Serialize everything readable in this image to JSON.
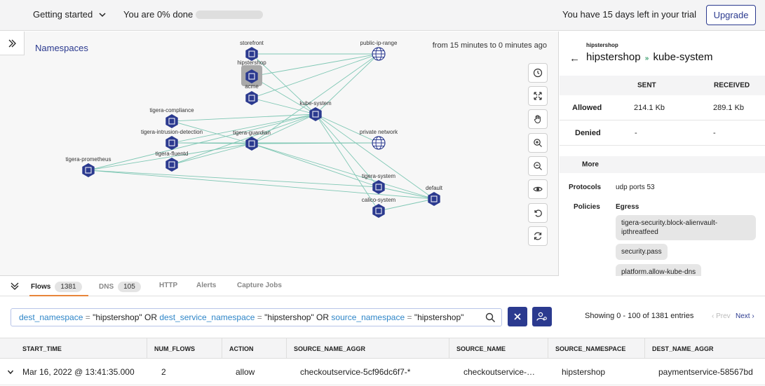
{
  "topbar": {
    "getting_started": "Getting started",
    "progress_text": "You are 0% done",
    "progress_percent": 0,
    "trial_text": "You have 15 days left in your trial",
    "upgrade_label": "Upgrade"
  },
  "graph": {
    "title": "Namespaces",
    "time_range": "from 15 minutes to 0 minutes ago",
    "nodes": [
      {
        "id": "storefront",
        "label": "storefront",
        "kind": "ns"
      },
      {
        "id": "hipstershop",
        "label": "hipstershop",
        "kind": "ns",
        "selected": true
      },
      {
        "id": "acme",
        "label": "acme",
        "kind": "ns"
      },
      {
        "id": "public-ip-range",
        "label": "public-ip-range",
        "kind": "net"
      },
      {
        "id": "kube-system",
        "label": "kube-system",
        "kind": "ns"
      },
      {
        "id": "tigera-compliance",
        "label": "tigera-compliance",
        "kind": "ns"
      },
      {
        "id": "tigera-intrusion-detection",
        "label": "tigera-intrusion-detection",
        "kind": "ns"
      },
      {
        "id": "tigera-guardian",
        "label": "tigera-guardian",
        "kind": "ns"
      },
      {
        "id": "private network",
        "label": "private network",
        "kind": "net"
      },
      {
        "id": "tigera-fluentd",
        "label": "tigera-fluentd",
        "kind": "ns"
      },
      {
        "id": "tigera-prometheus",
        "label": "tigera-prometheus",
        "kind": "ns"
      },
      {
        "id": "tigera-system",
        "label": "tigera-system",
        "kind": "ns"
      },
      {
        "id": "default",
        "label": "default",
        "kind": "ns"
      },
      {
        "id": "calico-system",
        "label": "calico-system",
        "kind": "ns"
      }
    ],
    "edges": [
      [
        "storefront",
        "public-ip-range"
      ],
      [
        "storefront",
        "kube-system"
      ],
      [
        "hipstershop",
        "public-ip-range"
      ],
      [
        "hipstershop",
        "kube-system"
      ],
      [
        "acme",
        "kube-system"
      ],
      [
        "acme",
        "public-ip-range"
      ],
      [
        "tigera-compliance",
        "kube-system"
      ],
      [
        "tigera-compliance",
        "tigera-guardian"
      ],
      [
        "tigera-intrusion-detection",
        "kube-system"
      ],
      [
        "tigera-intrusion-detection",
        "tigera-guardian"
      ],
      [
        "tigera-intrusion-detection",
        "private network"
      ],
      [
        "tigera-guardian",
        "kube-system"
      ],
      [
        "tigera-guardian",
        "private network"
      ],
      [
        "tigera-guardian",
        "public-ip-range"
      ],
      [
        "tigera-guardian",
        "default"
      ],
      [
        "tigera-guardian",
        "tigera-system"
      ],
      [
        "tigera-fluentd",
        "kube-system"
      ],
      [
        "tigera-fluentd",
        "tigera-guardian"
      ],
      [
        "tigera-prometheus",
        "kube-system"
      ],
      [
        "tigera-prometheus",
        "tigera-guardian"
      ],
      [
        "tigera-prometheus",
        "default"
      ],
      [
        "tigera-prometheus",
        "tigera-system"
      ],
      [
        "kube-system",
        "default"
      ],
      [
        "kube-system",
        "tigera-system"
      ],
      [
        "kube-system",
        "public-ip-range"
      ],
      [
        "kube-system",
        "private network"
      ],
      [
        "tigera-system",
        "default"
      ],
      [
        "calico-system",
        "default"
      ],
      [
        "calico-system",
        "kube-system"
      ]
    ],
    "tools": [
      "clock-icon",
      "fit-icon",
      "hand-icon",
      "zoom-in-icon",
      "zoom-out-icon",
      "eye-icon",
      "undo-icon",
      "refresh-icon"
    ]
  },
  "details": {
    "subtitle": "hipstershop",
    "from": "hipstershop",
    "separator": "»",
    "to": "kube-system",
    "col_sent": "SENT",
    "col_received": "RECEIVED",
    "rows": [
      {
        "label": "Allowed",
        "sent": "214.1 Kb",
        "received": "289.1 Kb"
      },
      {
        "label": "Denied",
        "sent": "-",
        "received": "-"
      }
    ],
    "more_label": "More",
    "protocols_label": "Protocols",
    "protocols_value": "udp ports 53",
    "policies_label": "Policies",
    "egress_label": "Egress",
    "policies": [
      "tigera-security.block-alienvault-ipthreatfeed",
      "security.pass",
      "platform.allow-kube-dns"
    ]
  },
  "tabs": [
    {
      "label": "Flows",
      "count": "1381",
      "active": true
    },
    {
      "label": "DNS",
      "count": "105"
    },
    {
      "label": "HTTP"
    },
    {
      "label": "Alerts"
    },
    {
      "label": "Capture Jobs"
    }
  ],
  "search": {
    "k1": "dest_namespace",
    "v1": "\"hipstershop\"",
    "or": "OR",
    "k2": "dest_service_namespace",
    "v2": "\"hipstershop\"",
    "k3": "source_namespace",
    "v3": "\"hipstershop\"",
    "eq": "="
  },
  "pagination": {
    "showing": "Showing 0 - 100 of 1381 entries",
    "prev": "Prev",
    "next": "Next"
  },
  "table": {
    "columns": [
      "START_TIME",
      "NUM_FLOWS",
      "ACTION",
      "SOURCE_NAME_AGGR",
      "SOURCE_NAME",
      "SOURCE_NAMESPACE",
      "DEST_NAME_AGGR"
    ],
    "rows": [
      [
        "Mar 16, 2022 @ 13:41:35.000",
        "2",
        "allow",
        "checkoutservice-5cf96dc6f7-*",
        "checkoutservice-…",
        "hipstershop",
        "paymentservice-58567bd"
      ]
    ]
  },
  "colors": {
    "accent": "#2b3a8f",
    "tab_underline": "#e8853a",
    "edge": "#7fc7b4",
    "node": "#2b3a8f"
  }
}
